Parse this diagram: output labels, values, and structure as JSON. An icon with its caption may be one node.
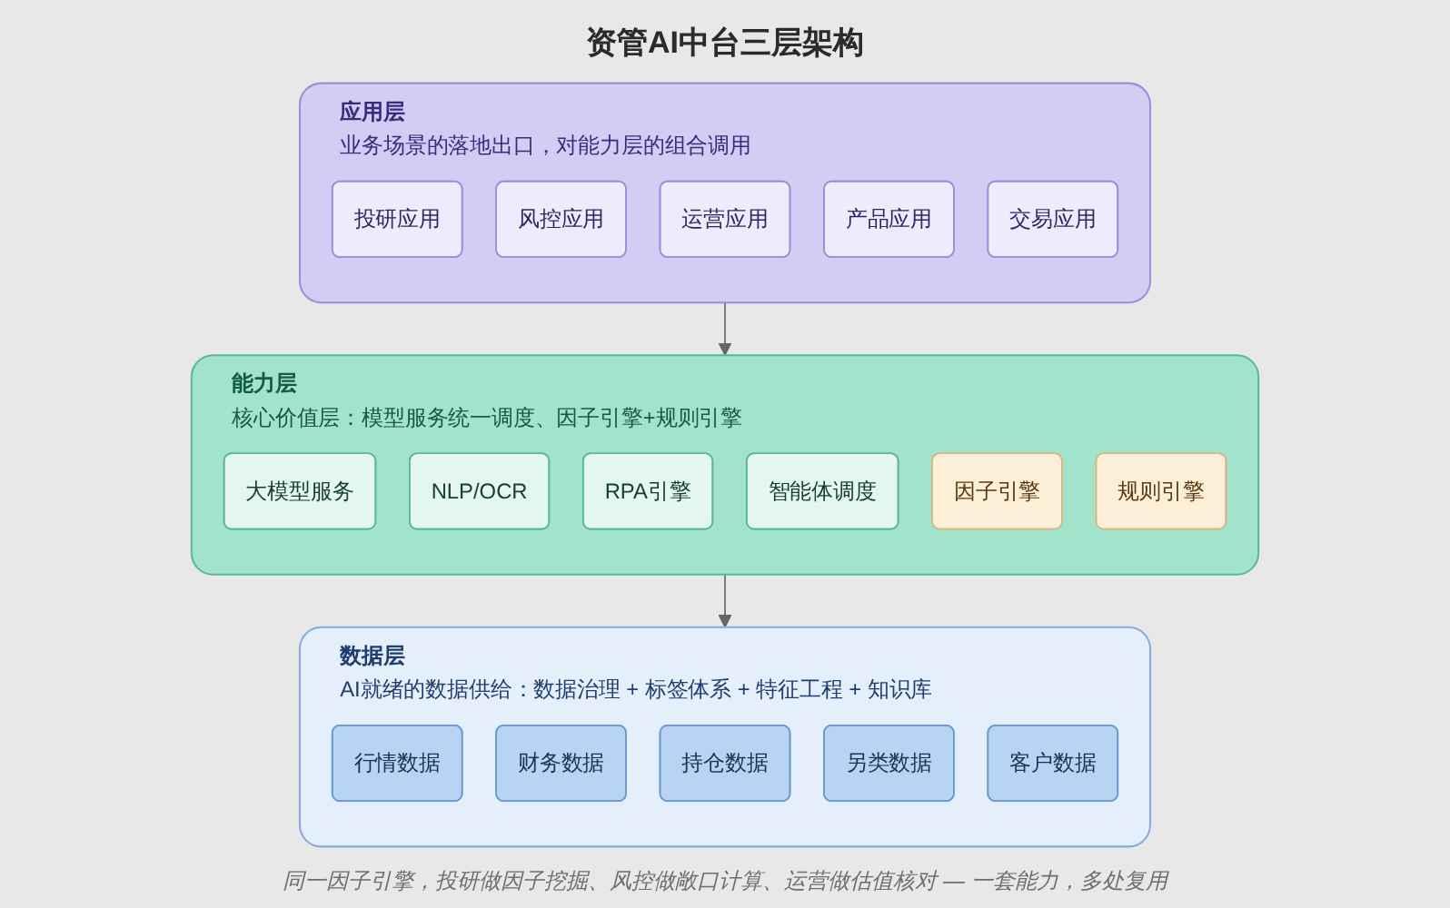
{
  "diagram": {
    "title": "资管AI中台三层架构",
    "nodes": [
      {
        "text": [
          "应用层",
          "业务场景的落地出口，对能力层的组合调用"
        ]
      },
      {
        "text": [
          "投研应用"
        ],
        "in": 0
      },
      {
        "text": [
          "风控应用"
        ],
        "in": 0
      },
      {
        "text": [
          "运营应用"
        ],
        "in": 0
      },
      {
        "text": [
          "产品应用"
        ],
        "in": 0
      },
      {
        "text": [
          "交易应用"
        ],
        "in": 0
      },
      {
        "text": [
          "能力层",
          "核心价值层：模型服务统一调度、因子引擎+规则引擎"
        ]
      },
      {
        "text": [
          "大模型服务"
        ],
        "in": 6
      },
      {
        "text": [
          "NLP/OCR"
        ],
        "in": 6
      },
      {
        "text": [
          "RPA引擎"
        ],
        "in": 6
      },
      {
        "text": [
          "智能体调度"
        ],
        "in": 6
      },
      {
        "text": [
          "因子引擎"
        ],
        "in": 6
      },
      {
        "text": [
          "规则引擎"
        ],
        "in": 6
      },
      {
        "text": [
          "数据层",
          "AI就绪的数据供给：数据治理 + 标签体系 + 特征工程 + 知识库"
        ]
      },
      {
        "text": [
          "行情数据"
        ],
        "in": 13
      },
      {
        "text": [
          "财务数据"
        ],
        "in": 13
      },
      {
        "text": [
          "持仓数据"
        ],
        "in": 13
      },
      {
        "text": [
          "另类数据"
        ],
        "in": 13
      },
      {
        "text": [
          "客户数据"
        ],
        "in": 13
      }
    ],
    "edges": [
      {
        "from": 0,
        "to": 6,
        "arrow": "to"
      },
      {
        "from": 6,
        "to": 13,
        "arrow": "to"
      }
    ],
    "caption": "同一因子引擎，投研做因子挖掘、风控做敞口计算、运营做估值核对 — 一套能力，多处复用"
  }
}
